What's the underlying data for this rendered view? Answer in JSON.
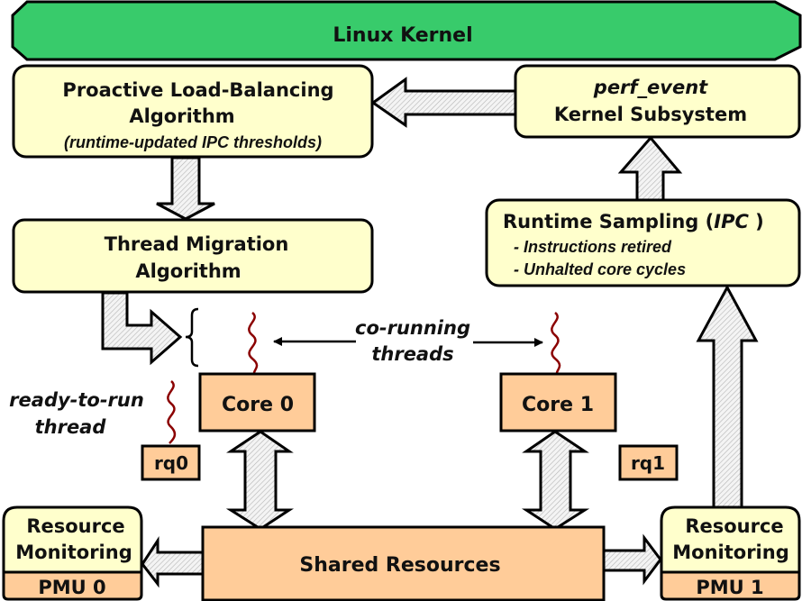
{
  "colors": {
    "kernel_fill": "#38cb6b",
    "box_fill": "#ffffcc",
    "core_fill": "#ffcc99",
    "thread_color": "#8b0000",
    "arrow_hatch": "#bbbbbb",
    "stroke": "#000000"
  },
  "kernel": {
    "label": "Linux Kernel"
  },
  "proactive": {
    "line1": "Proactive Load-Balancing",
    "line2": "Algorithm",
    "line3": "(runtime-updated IPC thresholds)"
  },
  "perf_event": {
    "line1": "perf_event",
    "line2": "Kernel Subsystem"
  },
  "migration": {
    "line1": "Thread Migration",
    "line2": "Algorithm"
  },
  "sampling": {
    "title_pre": "Runtime Sampling (",
    "title_em": "IPC",
    "title_post": " )",
    "item1": "- Instructions retired",
    "item2": "- Unhalted core cycles"
  },
  "corunning": {
    "line1": "co-running",
    "line2": "threads"
  },
  "ready": {
    "line1": "ready-to-run",
    "line2": "thread"
  },
  "cores": [
    {
      "label": "Core 0"
    },
    {
      "label": "Core 1"
    }
  ],
  "runqueues": [
    {
      "label": "rq0"
    },
    {
      "label": "rq1"
    }
  ],
  "shared": {
    "label": "Shared Resources"
  },
  "monitors": [
    {
      "line1": "Resource",
      "line2": "Monitoring",
      "pmu": "PMU 0"
    },
    {
      "line1": "Resource",
      "line2": "Monitoring",
      "pmu": "PMU 1"
    }
  ]
}
